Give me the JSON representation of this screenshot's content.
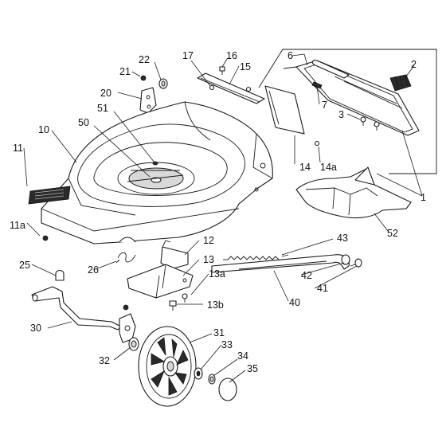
{
  "diagram": {
    "callouts": [
      "1",
      "2",
      "3",
      "6",
      "7",
      "10",
      "11",
      "11a",
      "12",
      "13",
      "13a",
      "13b",
      "14",
      "14a",
      "15",
      "16",
      "17",
      "20",
      "21",
      "22",
      "25",
      "26",
      "30",
      "31",
      "32",
      "33",
      "34",
      "35",
      "40",
      "41",
      "42",
      "43",
      "50",
      "51",
      "52"
    ]
  },
  "colors": {
    "line": "#1a1a1a",
    "fill": "#ffffff",
    "shade": "#d9d9d9",
    "dark": "#2a2a2a"
  }
}
